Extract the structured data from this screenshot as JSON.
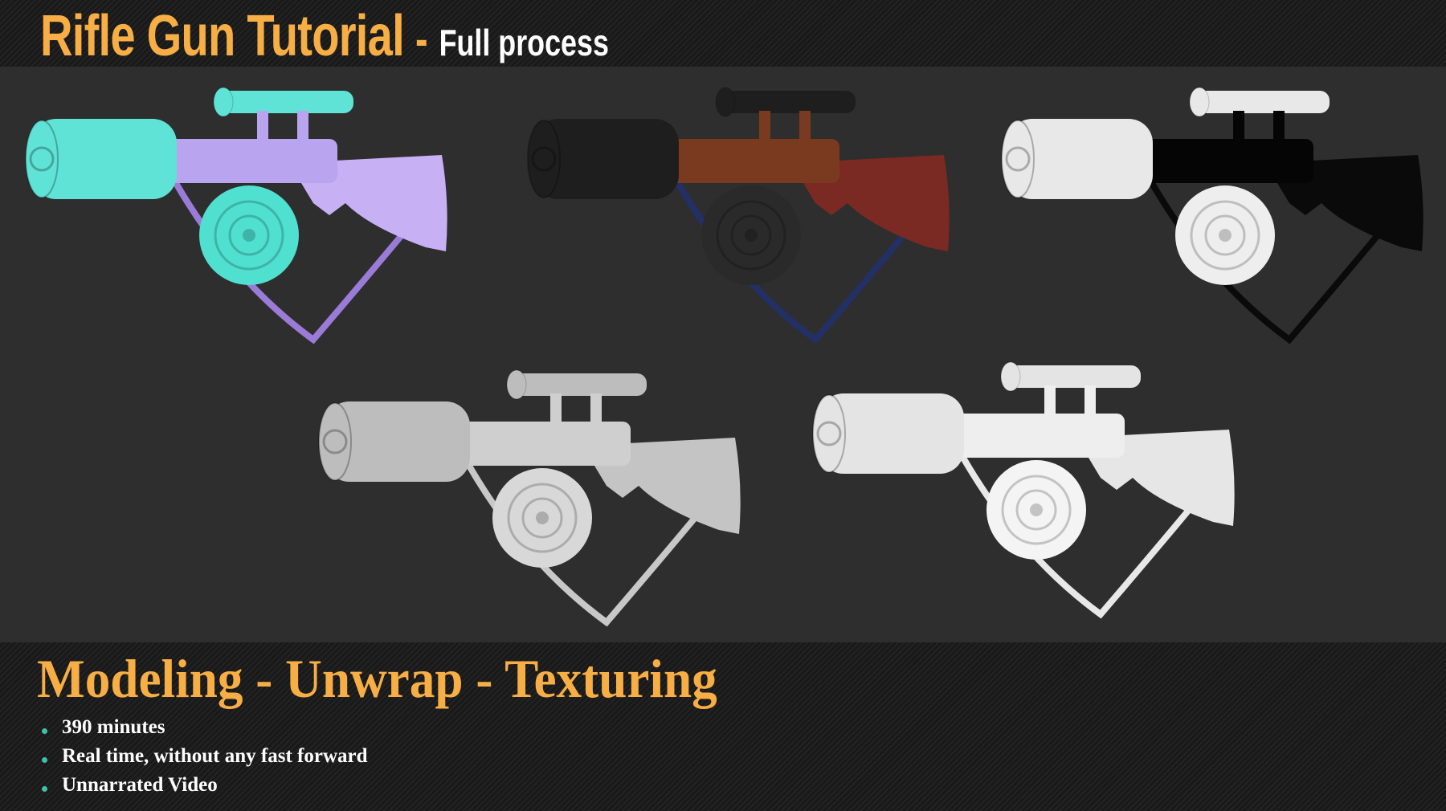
{
  "header": {
    "title": "Rifle Gun Tutorial",
    "separator": "-",
    "subtitle": "Full process"
  },
  "footer": {
    "title": "Modeling - Unwrap - Texturing",
    "bullets": [
      "390 minutes",
      "Real time, without any fast forward",
      "Unnarrated Video"
    ]
  },
  "colors": {
    "accent": "#f6ae45",
    "bullet": "#3fbfae",
    "background": "#2e2e2e"
  },
  "renders": [
    {
      "name": "normal-map-render",
      "body": "#b9a4f0",
      "barrel": "#5fe3d6",
      "drum": "#4fe0d0",
      "strap": "#9b7bd8",
      "stock": "#c8b0f5"
    },
    {
      "name": "albedo-render",
      "body": "#7a3a20",
      "barrel": "#1e1e1e",
      "drum": "#2a2a2a",
      "strap": "#223066",
      "stock": "#7a2a22"
    },
    {
      "name": "mask-render",
      "body": "#050505",
      "barrel": "#e8e8e8",
      "drum": "#eeeeee",
      "strap": "#0a0a0a",
      "stock": "#0a0a0a"
    },
    {
      "name": "roughness-render",
      "body": "#cfcfcf",
      "barrel": "#bdbdbd",
      "drum": "#d8d8d8",
      "strap": "#c8c8c8",
      "stock": "#c4c4c4"
    },
    {
      "name": "ao-render",
      "body": "#eeeeee",
      "barrel": "#e4e4e4",
      "drum": "#f4f4f4",
      "strap": "#e8e8e8",
      "stock": "#e6e6e6"
    }
  ]
}
